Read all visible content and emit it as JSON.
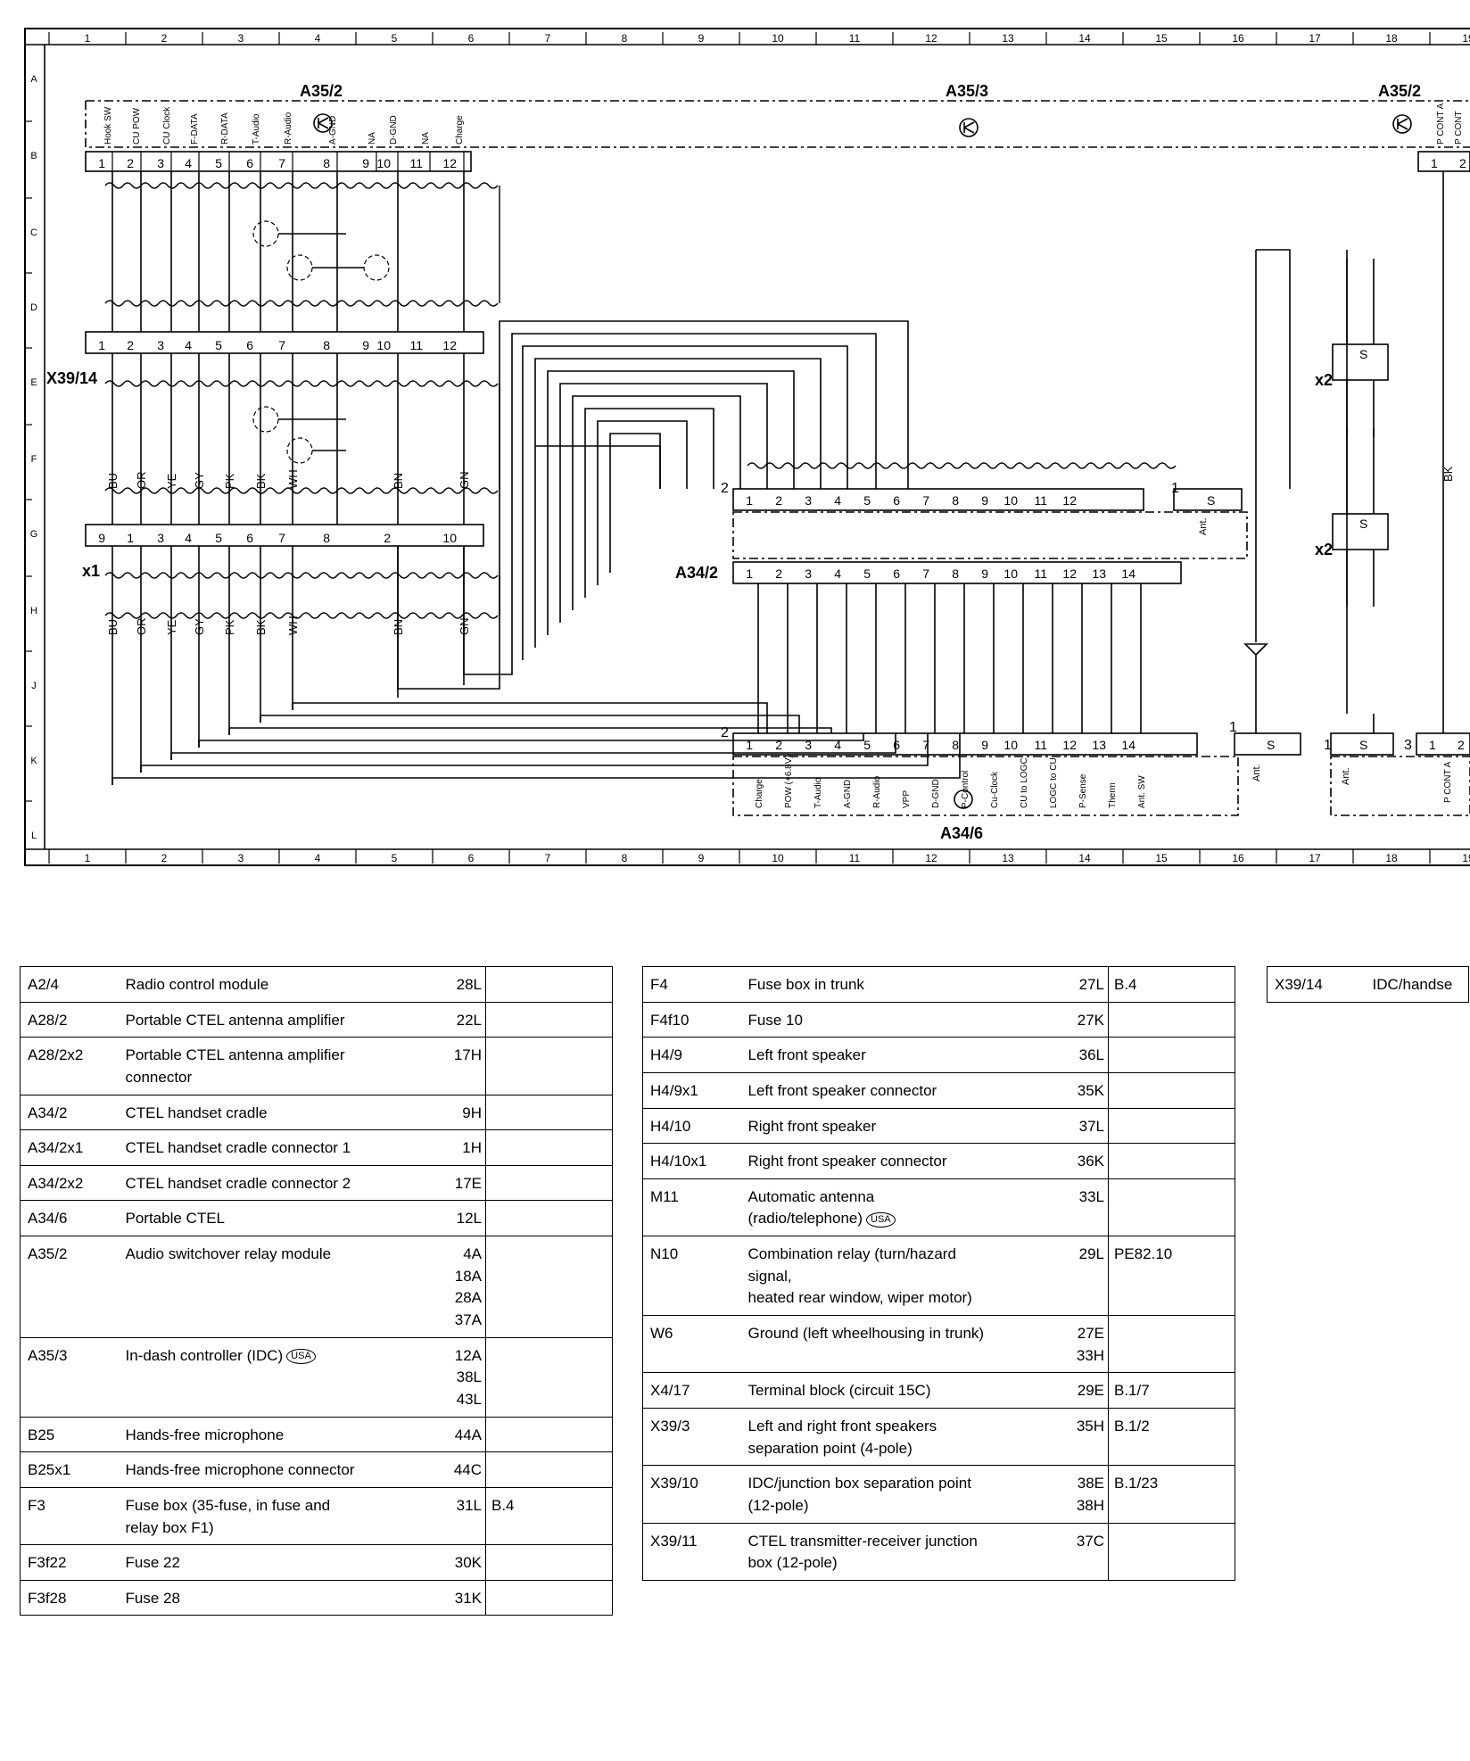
{
  "grid": {
    "columns": [
      "1",
      "2",
      "3",
      "4",
      "5",
      "6",
      "7",
      "8",
      "9",
      "10",
      "11",
      "12",
      "13",
      "14",
      "15",
      "16",
      "17",
      "18",
      "19"
    ],
    "rows": [
      "A",
      "B",
      "C",
      "D",
      "E",
      "F",
      "G",
      "H",
      "J",
      "K",
      "L"
    ]
  },
  "components": {
    "a35_2_left": "A35/2",
    "a35_3": "A35/3",
    "a35_2_right": "A35/2",
    "x39_14": "X39/14",
    "x1": "x1",
    "a34_2": "A34/2",
    "a34_6": "A34/6",
    "x2_upper": "x2",
    "x2_lower": "x2"
  },
  "a35_2_pins": [
    "Hook SW",
    "CU POW",
    "CU Clock",
    "F-DATA",
    "R-DATA",
    "T-Audio",
    "R-Audio",
    "A-GND",
    "NA",
    "D-GND",
    "NA",
    "Charge"
  ],
  "a35_2_right_pins": [
    "P CONT A",
    "P CONT"
  ],
  "pin_numbers_12": [
    "1",
    "2",
    "3",
    "4",
    "5",
    "6",
    "7",
    "8",
    "9",
    "10",
    "11",
    "12"
  ],
  "x1_pin_numbers": [
    "9",
    "1",
    "3",
    "4",
    "5",
    "6",
    "7",
    "8",
    "2",
    "10"
  ],
  "wire_colors_upper": [
    "BU",
    "OR",
    "YE",
    "GY",
    "PK",
    "BK",
    "WH",
    "BN",
    "GN"
  ],
  "wire_colors_lower": [
    "BU",
    "OR",
    "YE",
    "GY",
    "PK",
    "BK",
    "WH",
    "BN",
    "GN"
  ],
  "wire_color_right": "BK",
  "a34_2_top_pins": [
    "1",
    "2",
    "3",
    "4",
    "5",
    "6",
    "7",
    "8",
    "9",
    "10",
    "11",
    "12"
  ],
  "a34_2_bottom_pins": [
    "1",
    "2",
    "3",
    "4",
    "5",
    "6",
    "7",
    "8",
    "9",
    "10",
    "11",
    "12",
    "13",
    "14"
  ],
  "a34_2_labels": {
    "connector2": "2",
    "connector1": "1",
    "shield": "S",
    "ant": "Ant."
  },
  "a34_6_pins": [
    "Charge",
    "POW (+6.8V)",
    "T-Audio",
    "A-GND",
    "R-Audio",
    "VPP",
    "D-GND",
    "P-Control",
    "Cu-Clock",
    "CU to LOGC",
    "LOGC to CU",
    "P-Sense",
    "Therm",
    "Ant. SW"
  ],
  "a34_6_pin_numbers": [
    "1",
    "2",
    "3",
    "4",
    "5",
    "6",
    "7",
    "8",
    "9",
    "10",
    "11",
    "12",
    "13",
    "14"
  ],
  "a34_6_labels": {
    "connector2": "2",
    "ant_connector": "1",
    "ant": "Ant.",
    "shield": "S"
  },
  "right_side_labels": {
    "conn1": "1",
    "conn3": "3",
    "ant": "Ant.",
    "shield": "S",
    "p_cont": "P CONT A",
    "pin1": "1",
    "pin2": "2"
  },
  "legend_left": [
    {
      "code": "A2/4",
      "desc": "Radio control module",
      "loc": "28L",
      "ref": ""
    },
    {
      "code": "A28/2",
      "desc": "Portable CTEL antenna amplifier",
      "loc": "22L",
      "ref": ""
    },
    {
      "code": "A28/2x2",
      "desc": "Portable CTEL antenna amplifier\nconnector",
      "loc": "17H",
      "ref": ""
    },
    {
      "code": "A34/2",
      "desc": "CTEL handset cradle",
      "loc": "9H",
      "ref": ""
    },
    {
      "code": "A34/2x1",
      "desc": "CTEL handset cradle connector 1",
      "loc": "1H",
      "ref": ""
    },
    {
      "code": "A34/2x2",
      "desc": "CTEL handset cradle connector 2",
      "loc": "17E",
      "ref": ""
    },
    {
      "code": "A34/6",
      "desc": "Portable CTEL",
      "loc": "12L",
      "ref": ""
    },
    {
      "code": "A35/2",
      "desc": "Audio switchover relay module",
      "loc": "4A\n18A\n28A\n37A",
      "ref": ""
    },
    {
      "code": "A35/3",
      "desc": "In-dash controller (IDC)",
      "usa": "USA",
      "loc": "12A\n38L\n43L",
      "ref": ""
    },
    {
      "code": "B25",
      "desc": "Hands-free microphone",
      "loc": "44A",
      "ref": ""
    },
    {
      "code": "B25x1",
      "desc": "Hands-free microphone connector",
      "loc": "44C",
      "ref": ""
    },
    {
      "code": "F3",
      "desc": "Fuse box (35-fuse, in fuse and\nrelay box F1)",
      "loc": "31L",
      "ref": "B.4"
    },
    {
      "code": "F3f22",
      "desc": "Fuse 22",
      "loc": "30K",
      "ref": ""
    },
    {
      "code": "F3f28",
      "desc": "Fuse 28",
      "loc": "31K",
      "ref": ""
    }
  ],
  "legend_middle": [
    {
      "code": "F4",
      "desc": "Fuse box in trunk",
      "loc": "27L",
      "ref": "B.4"
    },
    {
      "code": "F4f10",
      "desc": "Fuse 10",
      "loc": "27K",
      "ref": ""
    },
    {
      "code": "H4/9",
      "desc": "Left front speaker",
      "loc": "36L",
      "ref": ""
    },
    {
      "code": "H4/9x1",
      "desc": "Left front speaker connector",
      "loc": "35K",
      "ref": ""
    },
    {
      "code": "H4/10",
      "desc": "Right front speaker",
      "loc": "37L",
      "ref": ""
    },
    {
      "code": "H4/10x1",
      "desc": "Right front speaker connector",
      "loc": "36K",
      "ref": ""
    },
    {
      "code": "M11",
      "desc": "Automatic antenna\n(radio/telephone)",
      "usa": "USA",
      "loc": "33L",
      "ref": ""
    },
    {
      "code": "N10",
      "desc": "Combination relay (turn/hazard\nsignal,\nheated rear window, wiper motor)",
      "loc": "29L",
      "ref": "PE82.10"
    },
    {
      "code": "W6",
      "desc": "Ground (left wheelhousing in trunk)",
      "loc": "27E\n33H",
      "ref": ""
    },
    {
      "code": "X4/17",
      "desc": "Terminal block (circuit 15C)",
      "loc": "29E",
      "ref": "B.1/7"
    },
    {
      "code": "X39/3",
      "desc": "Left and right front speakers\nseparation point (4-pole)",
      "loc": "35H",
      "ref": "B.1/2"
    },
    {
      "code": "X39/10",
      "desc": "IDC/junction box separation point\n(12-pole)",
      "loc": "38E\n38H",
      "ref": "B.1/23"
    },
    {
      "code": "X39/11",
      "desc": "CTEL transmitter-receiver junction\nbox (12-pole)",
      "loc": "37C",
      "ref": ""
    }
  ],
  "legend_right": [
    {
      "code": "X39/14",
      "desc": "IDC/handse"
    }
  ]
}
